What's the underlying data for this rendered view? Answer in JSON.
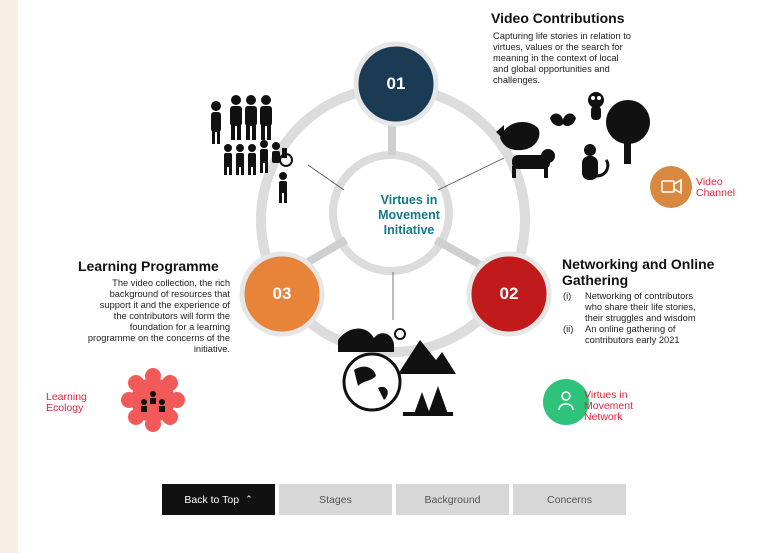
{
  "center": {
    "line1": "Virtues in",
    "line2": "Movement",
    "line3": "Initiative"
  },
  "nodes": [
    {
      "number": "01",
      "color": "#1b3b55"
    },
    {
      "number": "02",
      "color": "#c11a1a"
    },
    {
      "number": "03",
      "color": "#e8843a"
    }
  ],
  "video": {
    "title": "Video Contributions",
    "lines": [
      "Capturing life stories in relation to",
      "virtues, values or the search for",
      "meaning in the context of local",
      "and global opportunities and",
      "challenges."
    ]
  },
  "networking": {
    "title_line1": "Networking and Online",
    "title_line2": "Gathering",
    "items": [
      {
        "marker": "(i)",
        "lines": [
          "Networking of contributors",
          "who share their life stories,",
          "their struggles and wisdom"
        ]
      },
      {
        "marker": "(ii)",
        "lines": [
          "An online gathering of",
          "contributors early 2021"
        ]
      }
    ]
  },
  "learning": {
    "title": "Learning Programme",
    "lines": [
      "The video collection, the rich",
      "background of resources that",
      "support it and the experience of",
      "the contributors will form the",
      "foundation for a learning",
      "programme on the concerns of the",
      "initiative."
    ]
  },
  "badges": {
    "video_channel": {
      "line1": "Video",
      "line2": "Channel",
      "color": "#d9893f",
      "icon": "video-camera-icon"
    },
    "network": {
      "line1": "Virtues in",
      "line2": "Movement",
      "line3": "Network",
      "color": "#2ec27a",
      "icon": "person-icon"
    },
    "ecology": {
      "line1": "Learning",
      "line2": "Ecology",
      "color": "#f25a5a",
      "icon": "group-icon"
    }
  },
  "nav": {
    "back_to_top": "Back to Top",
    "back_icon": "chevron-up-icon",
    "stages": "Stages",
    "background": "Background",
    "concerns": "Concerns"
  }
}
